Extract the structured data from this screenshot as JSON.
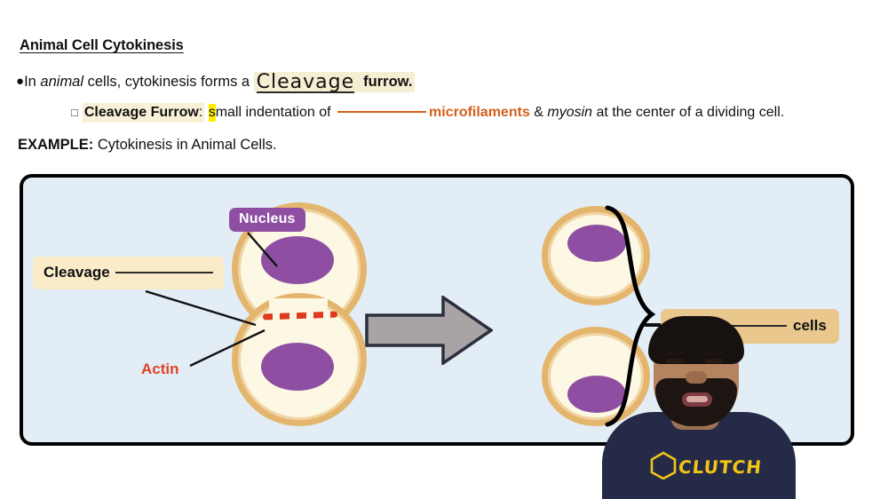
{
  "lesson": {
    "heading": "Animal Cell Cytokinesis",
    "bullet1": {
      "bullet_glyph": "●",
      "text_before": "In ",
      "emphasis": "animal",
      "text_mid": " cells, cytokinesis forms a ",
      "handwritten_answer": "Cleavage",
      "text_after": "furrow."
    },
    "bullet2": {
      "square_glyph": "□",
      "term": "Cleavage Furrow",
      "colon": ":",
      "highlighted_char": "s",
      "text_a": "mall indentation of ",
      "keyword": "microfilaments",
      "text_b": " & ",
      "emphasis": "myosin",
      "text_c": " at the center of a dividing cell."
    },
    "example": {
      "label": "EXAMPLE:",
      "text": "Cytokinesis in Animal Cells."
    }
  },
  "diagram": {
    "labels": {
      "nucleus": "Nucleus",
      "cleavage": "Cleavage",
      "actin": "Actin",
      "cells": "cells"
    }
  },
  "presenter": {
    "brand": "CLUTCH"
  },
  "colors": {
    "panel_background": "#e2edf6",
    "panel_border": "#000000",
    "cell_membrane": "#e3b56d",
    "cell_membrane_inner": "#f0d5a4",
    "cytoplasm": "#fdf8e4",
    "nucleus": "#8e4fa3",
    "actin_red": "#e03a20",
    "actin_label": "#e04327",
    "keyword_orange": "#d4601a",
    "highlight_cream": "#f6eed2",
    "highlight_yellow": "#ffee00",
    "label_cleavage_bg": "#faecc8",
    "label_cells_bg": "#eac78d",
    "arrow_fill": "#a9a3a6",
    "arrow_stroke": "#2b2f3d",
    "shirt_navy": "#252b47",
    "logo_gold": "#f1c417"
  }
}
